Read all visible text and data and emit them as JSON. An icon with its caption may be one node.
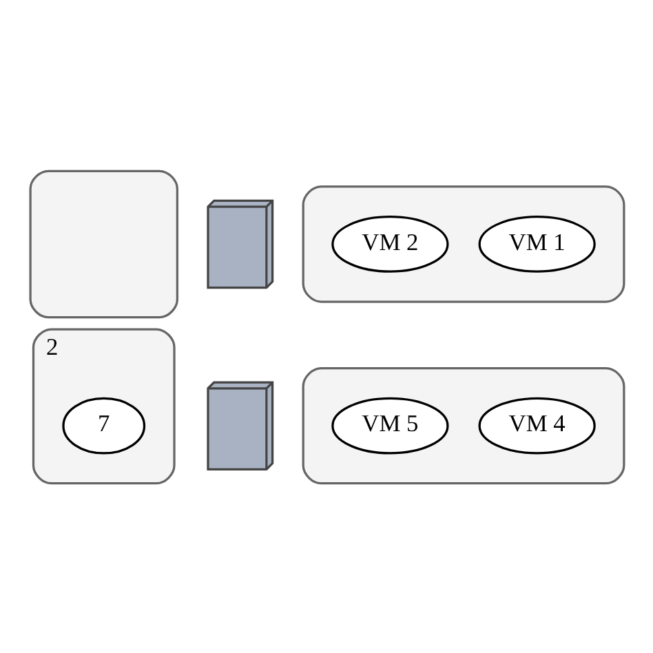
{
  "diagram": {
    "nodes": [
      {
        "text": [],
        "shape": "box"
      },
      {
        "text": [],
        "shape": "picture"
      },
      {
        "text": [],
        "shape": "box"
      },
      {
        "text": [
          "VM 1"
        ],
        "in": 2
      },
      {
        "text": [
          "VM 2"
        ],
        "in": 2
      },
      {
        "text": [
          "2"
        ]
      },
      {
        "text": [],
        "shape": "picture"
      },
      {
        "text": [
          "7"
        ],
        "in": 5
      },
      {
        "text": [],
        "shape": "box"
      },
      {
        "text": [
          "VM 4"
        ],
        "in": 8
      },
      {
        "text": [
          "VM 5"
        ],
        "in": 8
      }
    ]
  }
}
